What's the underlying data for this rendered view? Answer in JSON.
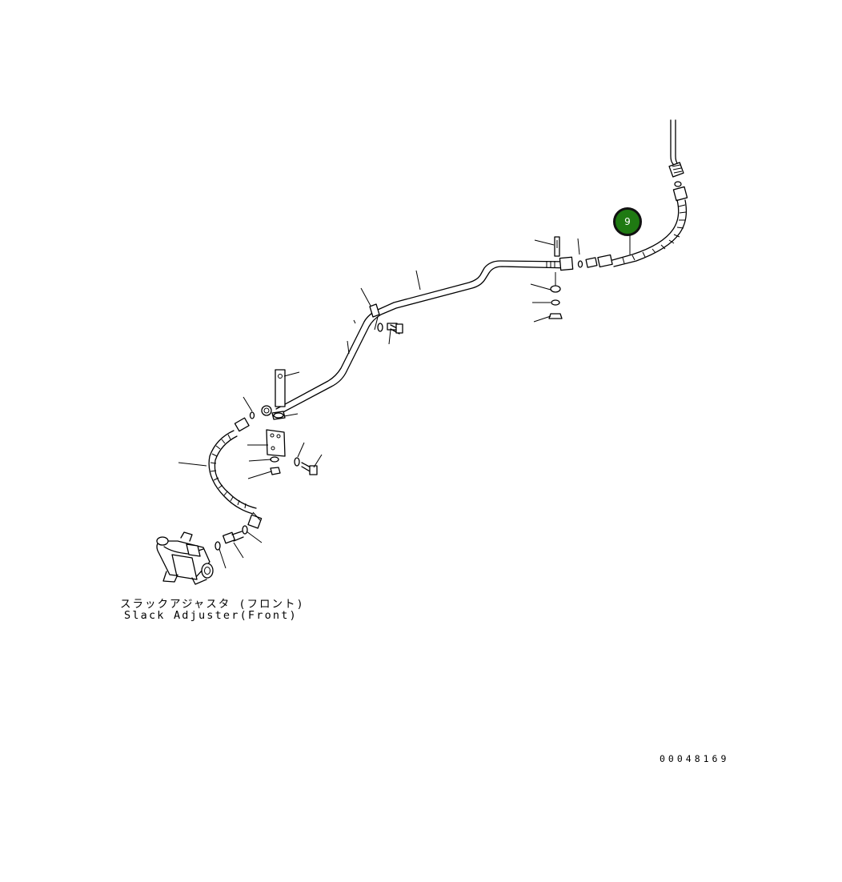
{
  "diagram": {
    "caption_jp": "スラックアジャスタ (フロント)",
    "caption_en": "Slack Adjuster(Front)",
    "drawing_number": "00048169",
    "callout": {
      "label": "9",
      "color": "#1f7a12"
    }
  }
}
